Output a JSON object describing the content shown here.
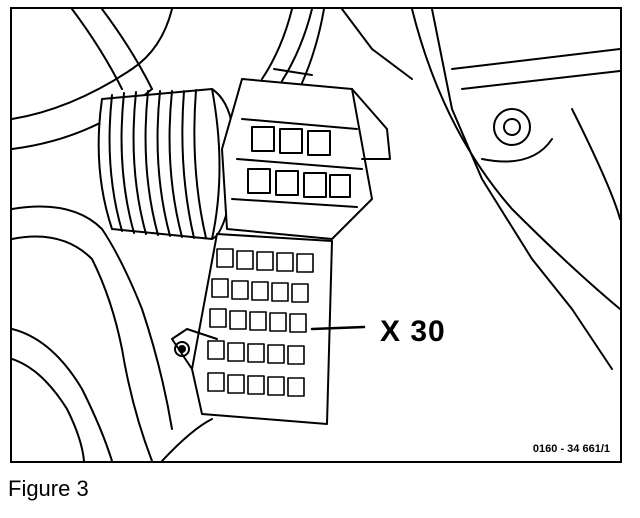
{
  "figure": {
    "callout_label": "X 30",
    "reference_code": "0160 - 34 661/1",
    "caption": "Figure 3"
  },
  "colors": {
    "ink": "#000000",
    "paper": "#ffffff"
  }
}
